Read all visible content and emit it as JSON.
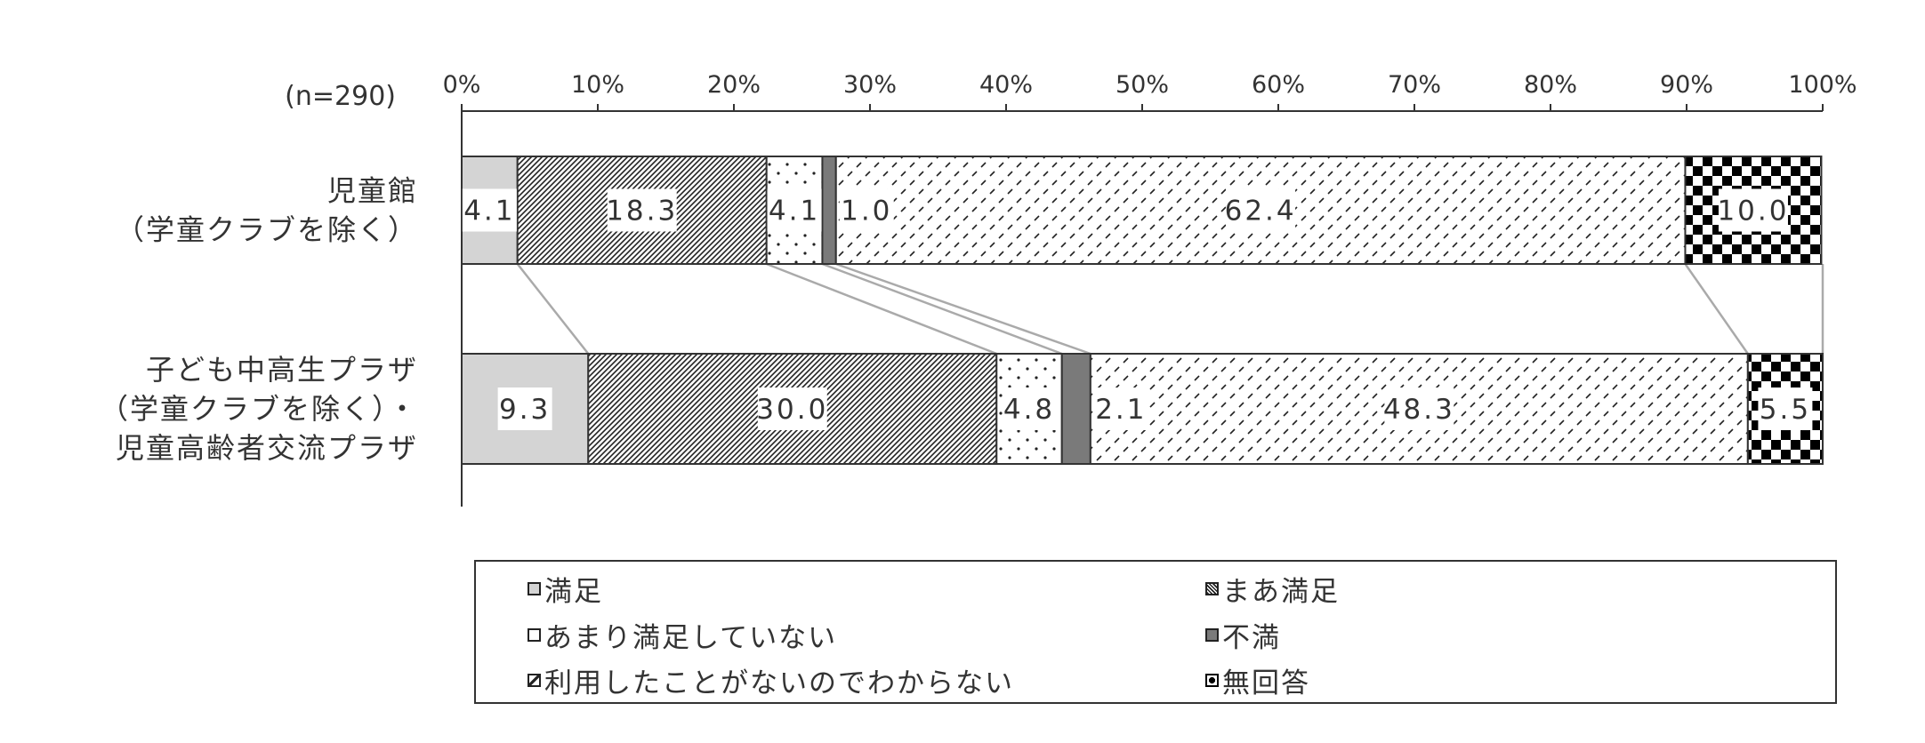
{
  "chart_data": {
    "type": "bar",
    "orientation": "horizontal",
    "stacked": "100%",
    "sample_note": "(n=290)",
    "x_ticks": [
      "0%",
      "10%",
      "20%",
      "30%",
      "40%",
      "50%",
      "60%",
      "70%",
      "80%",
      "90%",
      "100%"
    ],
    "xlim": [
      0,
      100
    ],
    "categories": [
      [
        "児童館",
        "（学童クラブを除く）"
      ],
      [
        "子ども中高生プラザ",
        "（学童クラブを除く）・",
        "児童高齢者交流プラザ"
      ]
    ],
    "series": [
      {
        "name": "満足",
        "values": [
          4.1,
          9.3
        ],
        "labels": [
          "4.1",
          "9.3"
        ],
        "color": "#d4d4d4"
      },
      {
        "name": "まあ満足",
        "values": [
          18.3,
          30.0
        ],
        "labels": [
          "18.3",
          "30.0"
        ],
        "color": "#444444"
      },
      {
        "name": "あまり満足していない",
        "values": [
          4.1,
          4.8
        ],
        "labels": [
          "4.1",
          "4.8"
        ],
        "color": "#ffffff"
      },
      {
        "name": "不満",
        "values": [
          1.0,
          2.1
        ],
        "labels": [
          "1.0",
          "2.1"
        ],
        "color": "#7a7a7a"
      },
      {
        "name": "利用したことがないのでわからない",
        "values": [
          62.4,
          48.3
        ],
        "labels": [
          "62.4",
          "48.3"
        ],
        "color": "#ffffff"
      },
      {
        "name": "無回答",
        "values": [
          10.0,
          5.5
        ],
        "labels": [
          "10.0",
          "5.5"
        ],
        "color": "#000000"
      }
    ],
    "legend_position": "bottom",
    "grid": false
  }
}
